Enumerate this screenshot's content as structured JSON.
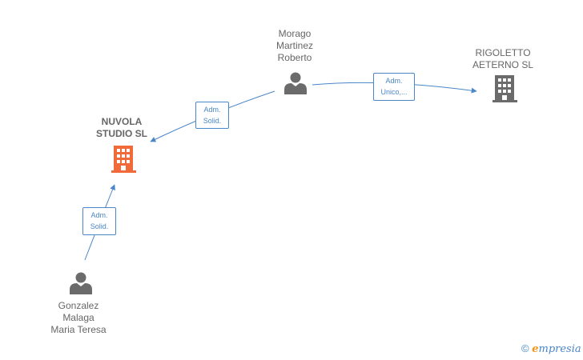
{
  "nodes": {
    "nuvola": {
      "lines": [
        "NUVOLA",
        "STUDIO SL"
      ],
      "color": "#f06a3a",
      "icon": "building-icon"
    },
    "rigoletto": {
      "lines": [
        "RIGOLETTO",
        "AETERNO SL"
      ],
      "color": "#6b6b6b",
      "icon": "building-icon"
    },
    "morago": {
      "lines": [
        "Morago",
        "Martinez",
        "Roberto"
      ],
      "color": "#6b6b6b",
      "icon": "person-icon"
    },
    "gonzalez": {
      "lines": [
        "Gonzalez",
        "Malaga",
        "Maria Teresa"
      ],
      "color": "#6b6b6b",
      "icon": "person-icon"
    }
  },
  "edges": [
    {
      "from": "morago",
      "to": "nuvola",
      "label": [
        "Adm.",
        "Solid."
      ]
    },
    {
      "from": "morago",
      "to": "rigoletto",
      "label": [
        "Adm.",
        "Unico,..."
      ]
    },
    {
      "from": "gonzalez",
      "to": "nuvola",
      "label": [
        "Adm.",
        "Solid."
      ]
    }
  ],
  "colors": {
    "edge": "#4a86c8"
  },
  "brand": {
    "copyright": "©",
    "e": "e",
    "rest": "mpresia"
  }
}
